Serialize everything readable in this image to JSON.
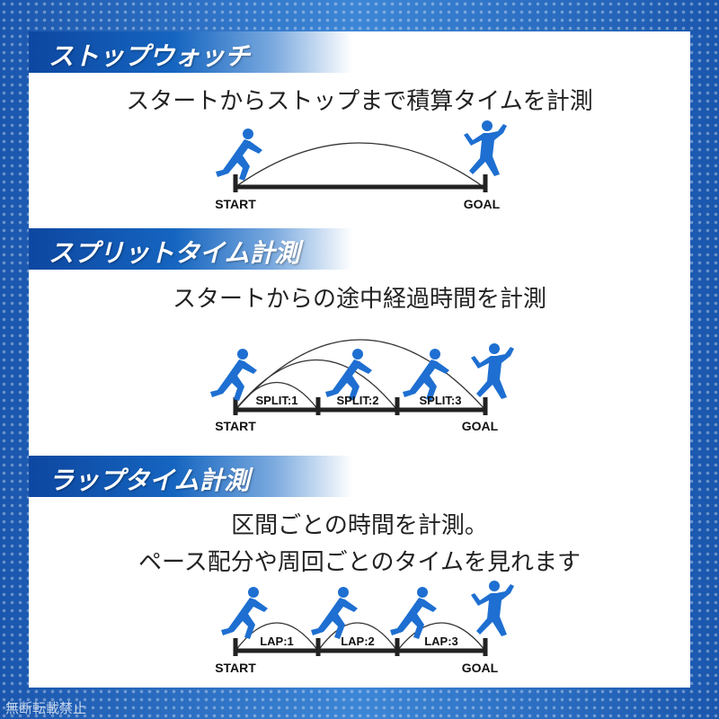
{
  "sections": [
    {
      "title": "ストップウォッチ",
      "desc_lines": [
        "スタートからストップまで積算タイムを計測"
      ],
      "start_label": "START",
      "goal_label": "GOAL",
      "segments": []
    },
    {
      "title": "スプリットタイム計測",
      "desc_lines": [
        "スタートからの途中経過時間を計測"
      ],
      "start_label": "START",
      "goal_label": "GOAL",
      "segments": [
        "SPLIT:1",
        "SPLIT:2",
        "SPLIT:3"
      ]
    },
    {
      "title": "ラップタイム計測",
      "desc_lines": [
        "区間ごとの時間を計測。",
        "ペース配分や周回ごとのタイムを見れます"
      ],
      "start_label": "START",
      "goal_label": "GOAL",
      "segments": [
        "LAP:1",
        "LAP:2",
        "LAP:3"
      ]
    }
  ],
  "footer": "無断転載禁止",
  "colors": {
    "accent": "#1565c0",
    "runner": "#1e6fd1",
    "track": "#222222"
  }
}
